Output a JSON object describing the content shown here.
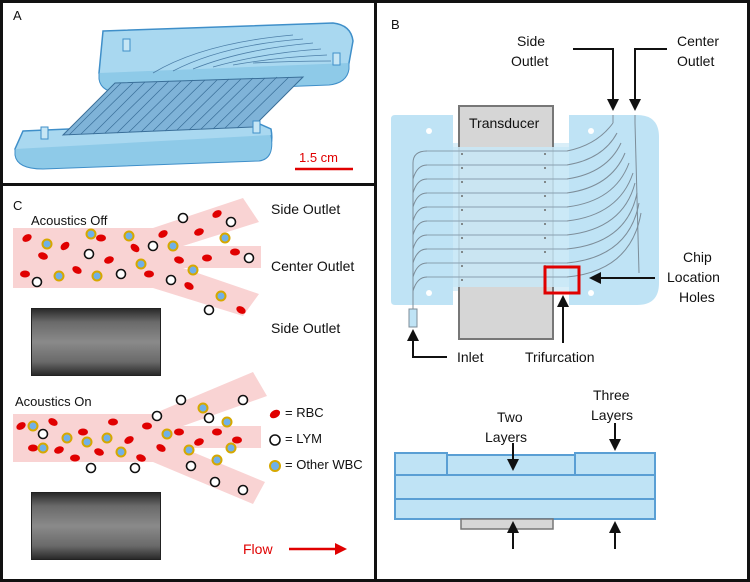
{
  "panels": {
    "a": {
      "label": "A",
      "scale_bar": "1.5 cm"
    },
    "b": {
      "label": "B",
      "transducer": "Transducer",
      "side_outlet": [
        "Side",
        "Outlet"
      ],
      "center_outlet": [
        "Center",
        "Outlet"
      ],
      "chip_location_holes": [
        "Chip",
        "Location",
        "Holes"
      ],
      "inlet": "Inlet",
      "trifurcation": "Trifurcation",
      "two_layers": [
        "Two",
        "Layers"
      ],
      "three_layers": [
        "Three",
        "Layers"
      ]
    },
    "c": {
      "label": "C",
      "acoustics_off": "Acoustics Off",
      "acoustics_on": "Acoustics On",
      "side_outlet_top": "Side Outlet",
      "center_outlet": "Center Outlet",
      "side_outlet_bottom": "Side Outlet",
      "legend": {
        "rbc": "= RBC",
        "lym": "= LYM",
        "wbc": "= Other WBC"
      },
      "flow": "Flow"
    }
  },
  "colors": {
    "chip_blue": "#bfe3f5",
    "chip_edge": "#5a9fd4",
    "channel_pink": "#f9d3d3",
    "rbc": "#e00000",
    "wbc_fill": "#6fb0e8",
    "wbc_ring": "#d6a800",
    "flow_arrow": "#e00000",
    "trifurcation_box": "#e00000"
  }
}
